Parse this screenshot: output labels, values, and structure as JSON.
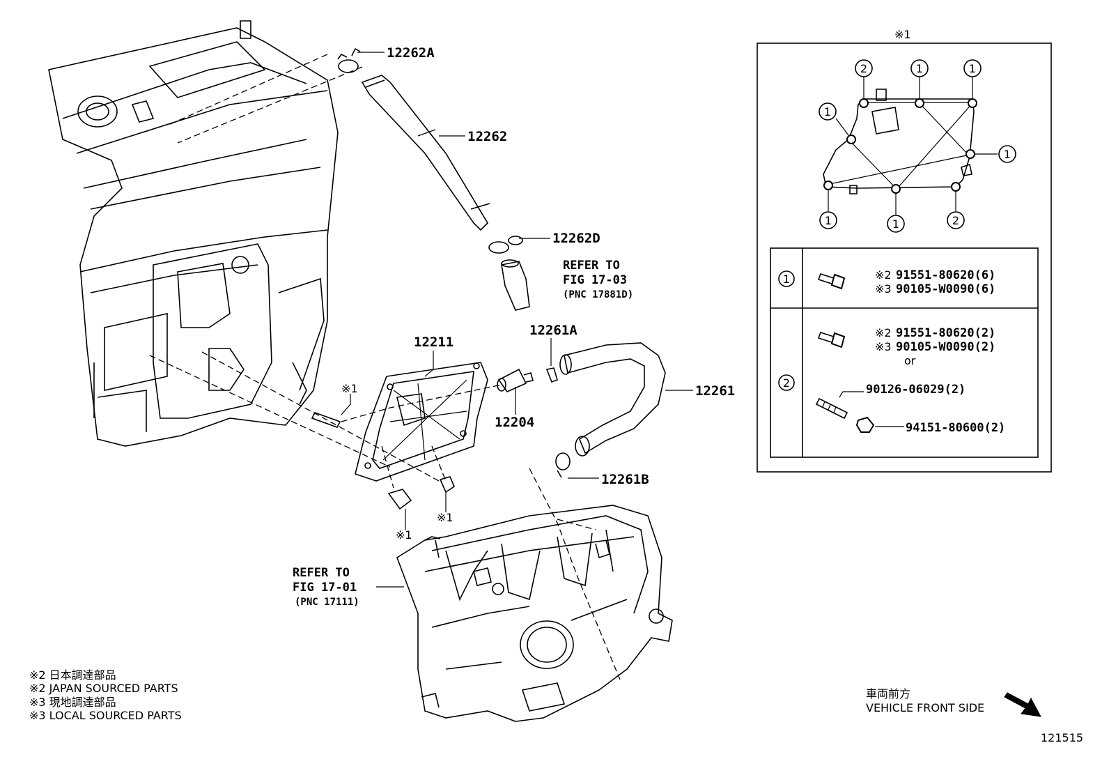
{
  "callouts": {
    "p12262A": "12262A",
    "p12262": "12262",
    "p12262D": "12262D",
    "refer1": [
      "REFER TO",
      "FIG 17-03",
      "(PNC 17881D)"
    ],
    "p12211": "12211",
    "p12261A": "12261A",
    "p12204": "12204",
    "p12261": "12261",
    "p12261B": "12261B",
    "refer2": [
      "REFER TO",
      "FIG 17-01",
      "(PNC 17111)"
    ],
    "mark1": "※1"
  },
  "inset": {
    "title": "※1",
    "bolt_positions": [
      "2",
      "1",
      "1",
      "1",
      "1",
      "1",
      "1",
      "2",
      "1"
    ],
    "table": [
      {
        "key": "1",
        "parts": [
          {
            "mark": "※2",
            "number": "91551-80620(6)"
          },
          {
            "mark": "※3",
            "number": "90105-W0090(6)"
          }
        ]
      },
      {
        "key": "2",
        "parts": [
          {
            "mark": "※2",
            "number": "91551-80620(2)"
          },
          {
            "mark": "※3",
            "number": "90105-W0090(2)"
          }
        ],
        "or": "or",
        "stud": "90126-06029(2)",
        "nut": "94151-80600(2)"
      }
    ]
  },
  "legend": [
    "※2  日本調達部品",
    "※2  JAPAN SOURCED PARTS",
    "※3  現地調達部品",
    "※3  LOCAL SOURCED PARTS"
  ],
  "front": {
    "jp": "車両前方",
    "en": "VEHICLE FRONT SIDE"
  },
  "figure_id": "121515"
}
